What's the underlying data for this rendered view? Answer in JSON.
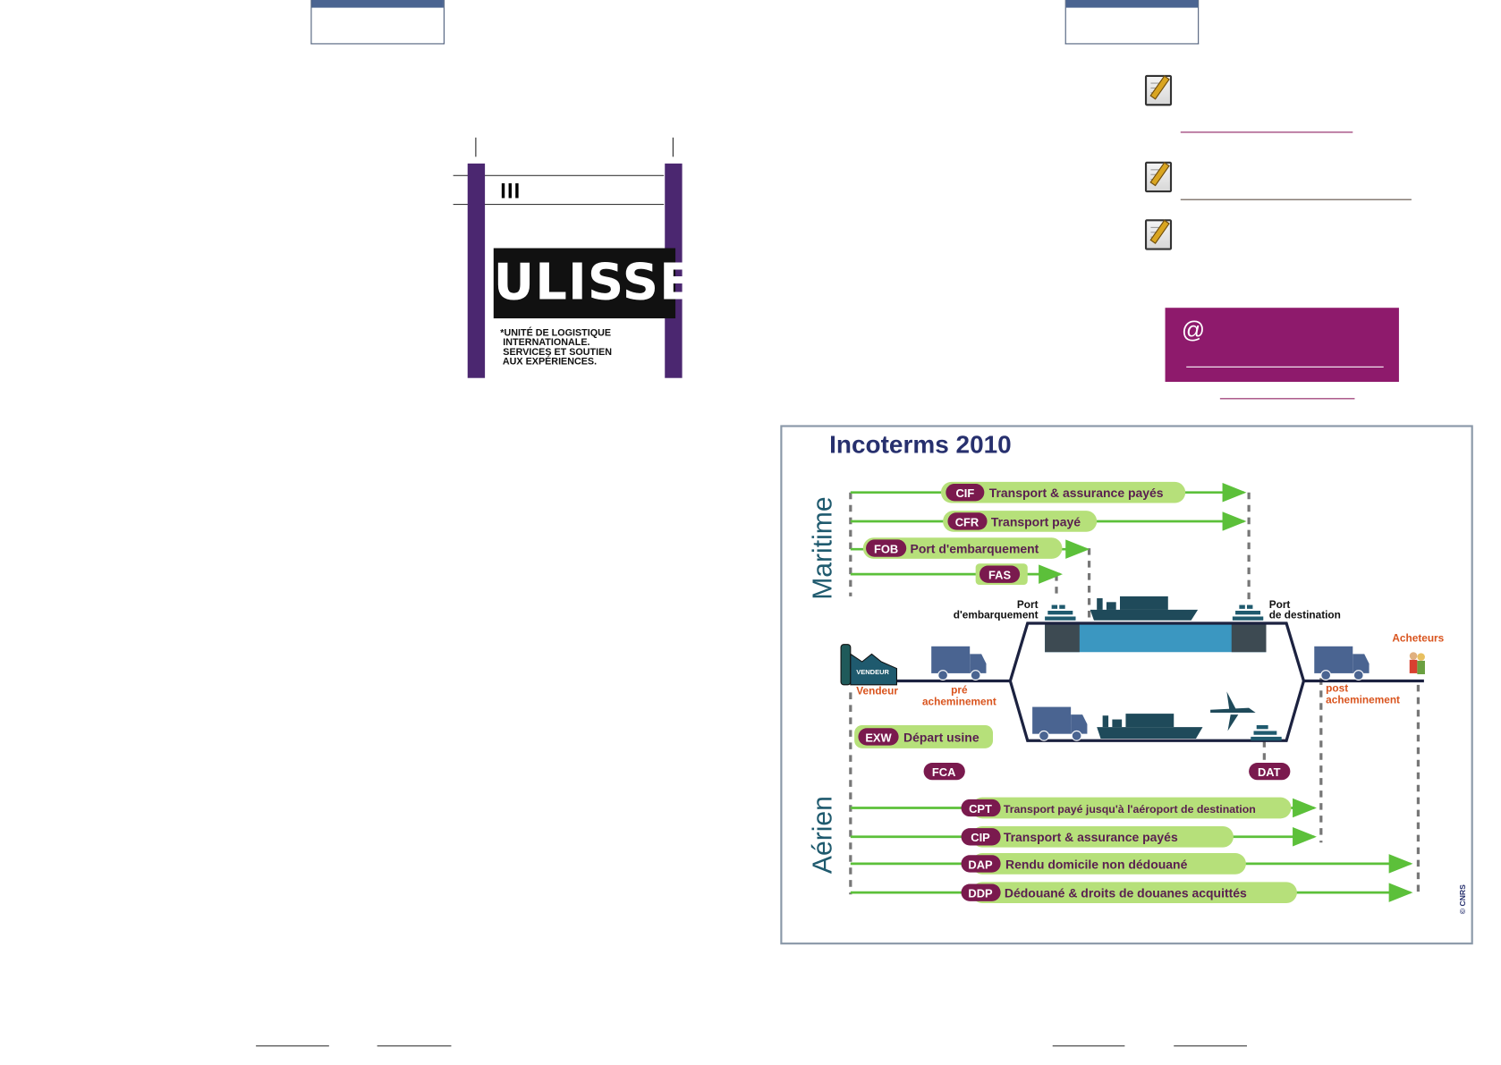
{
  "logo": {
    "roman_numeral": "III",
    "brand": "ULISSE",
    "footnote": "*UNITÉ DE LOGISTIQUE\n INTERNATIONALE.\n SERVICES ET SOUTIEN\n AUX EXPÉRIENCES."
  },
  "contact": {
    "icon": "at-sign-icon",
    "at_symbol": "@"
  },
  "colors": {
    "purple": "#4b2770",
    "magenta": "#8e1a6c",
    "header_blue": "#4a6491",
    "green": "#b6e07a",
    "pill": "#7a1a4e",
    "navy": "#27306e"
  },
  "diagram": {
    "title": "Incoterms 2010",
    "section_maritime": "Maritime",
    "section_aerien": "Aérien",
    "maritime_terms": [
      {
        "code": "CIF",
        "label": "Transport & assurance payés"
      },
      {
        "code": "CFR",
        "label": "Transport payé"
      },
      {
        "code": "FOB",
        "label": "Port d'embarquement"
      },
      {
        "code": "FAS",
        "label": ""
      }
    ],
    "port_embarquement": [
      "Port",
      "d'embarquement"
    ],
    "port_destination": [
      "Port",
      "de destination"
    ],
    "vendeur_sign": "VENDEUR",
    "vendeur": "Vendeur",
    "pre_acheminement": [
      "pré",
      "acheminement"
    ],
    "post_acheminement": [
      "post",
      "acheminement"
    ],
    "acheteurs": "Acheteurs",
    "exw": {
      "code": "EXW",
      "label": "Départ usine"
    },
    "fca": "FCA",
    "dat": "DAT",
    "air_terms": [
      {
        "code": "CPT",
        "label": "Transport payé jusqu'à l'aéroport de destination"
      },
      {
        "code": "CIP",
        "label": "Transport & assurance payés"
      },
      {
        "code": "DAP",
        "label": "Rendu domicile non dédouané"
      },
      {
        "code": "DDP",
        "label": "Dédouané & droits de douanes acquittés"
      }
    ],
    "copyright": "© CNRS"
  }
}
